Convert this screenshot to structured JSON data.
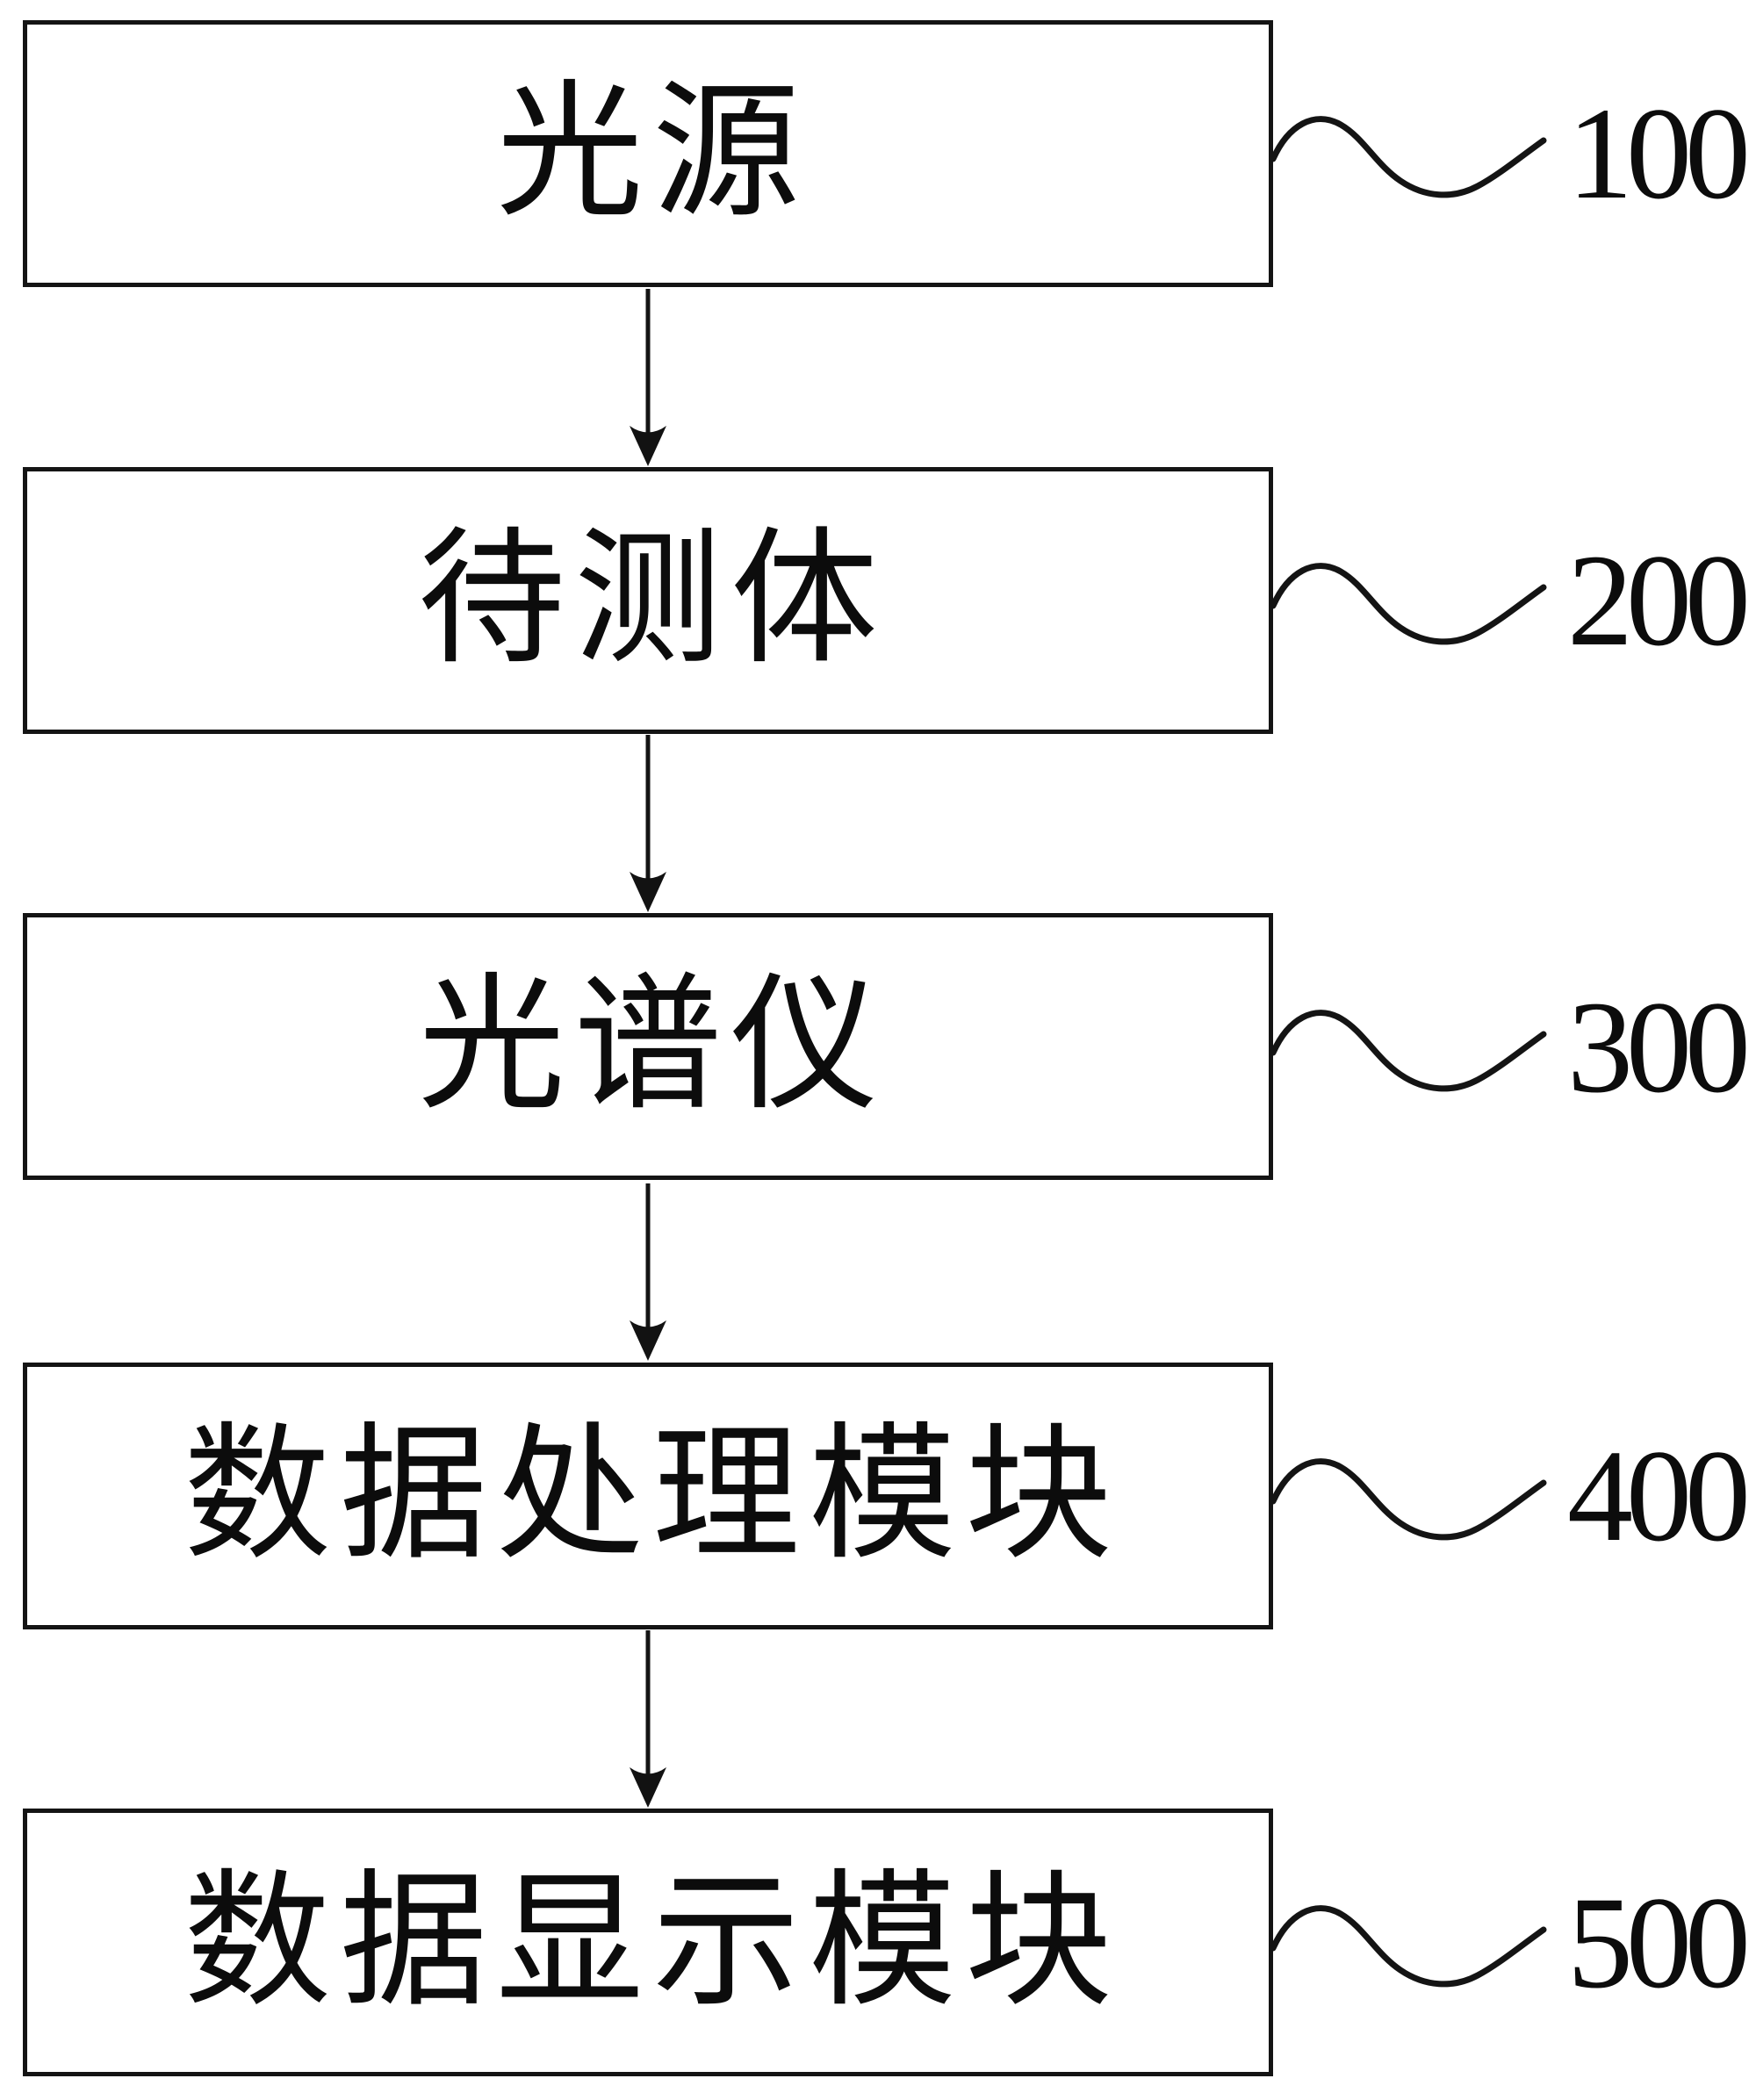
{
  "diagram": {
    "type": "flowchart",
    "background_color": "#ffffff",
    "stroke_color": "#141414",
    "boxes": [
      {
        "label": "光源",
        "ref": "100"
      },
      {
        "label": "待测体",
        "ref": "200"
      },
      {
        "label": "光谱仪",
        "ref": "300"
      },
      {
        "label": "数据处理模块",
        "ref": "400"
      },
      {
        "label": "数据显示模块",
        "ref": "500"
      }
    ],
    "connectors": [
      {
        "from": "光源",
        "to": "待测体",
        "style": "arrow-down"
      },
      {
        "from": "待测体",
        "to": "光谱仪",
        "style": "arrow-down"
      },
      {
        "from": "光谱仪",
        "to": "数据处理模块",
        "style": "arrow-down"
      },
      {
        "from": "数据处理模块",
        "to": "数据显示模块",
        "style": "arrow-down"
      }
    ]
  }
}
